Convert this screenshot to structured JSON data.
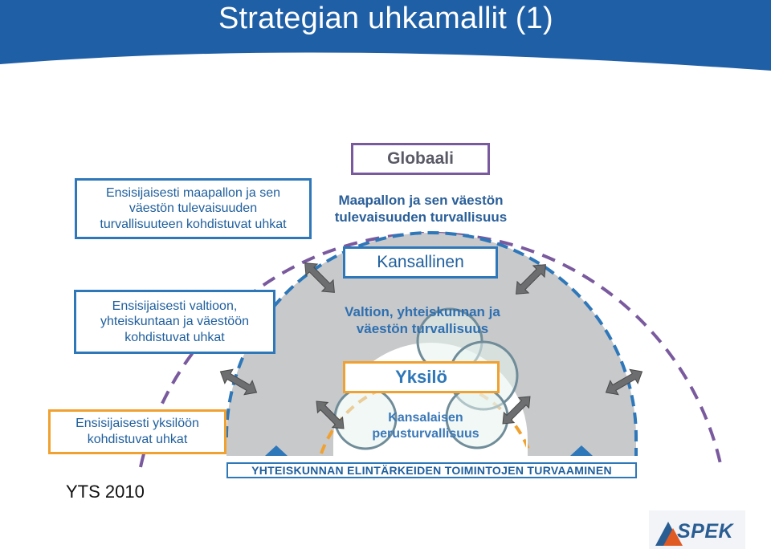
{
  "slide": {
    "title": "Strategian uhkamallit (1)",
    "source": "YTS 2010"
  },
  "levels": {
    "global": {
      "label": "Globaali",
      "description_line1": "Maapallon ja sen väestön",
      "description_line2": "tulevaisuuden turvallisuus",
      "threat_line1": "Ensisijaisesti maapallon ja sen",
      "threat_line2": "väestön tulevaisuuden",
      "threat_line3": "turvallisuuteen kohdistuvat uhkat"
    },
    "national": {
      "label": "Kansallinen",
      "description_line1": "Valtion, yhteiskunnan ja",
      "description_line2": "väestön turvallisuus",
      "threat_line1": "Ensisijaisesti valtioon,",
      "threat_line2": "yhteiskuntaan ja väestöön",
      "threat_line3": "kohdistuvat uhkat"
    },
    "individual": {
      "label": "Yksilö",
      "description_line1": "Kansalaisen",
      "description_line2": "perusturvallisuus",
      "threat_line1": "Ensisijaisesti yksilöön",
      "threat_line2": "kohdistuvat uhkat"
    }
  },
  "foundation": {
    "label": "YHTEISKUNNAN ELINTÄRKEIDEN TOIMINTOJEN TURVAAMINEN"
  },
  "logo": {
    "text": "SPEK"
  },
  "colors": {
    "header": "#1f5fa6",
    "global": "#7a5a9e",
    "national": "#2e77b9",
    "individual": "#f0a12f",
    "arch_fill": "#c8c9cb",
    "arrow": "#707070"
  }
}
